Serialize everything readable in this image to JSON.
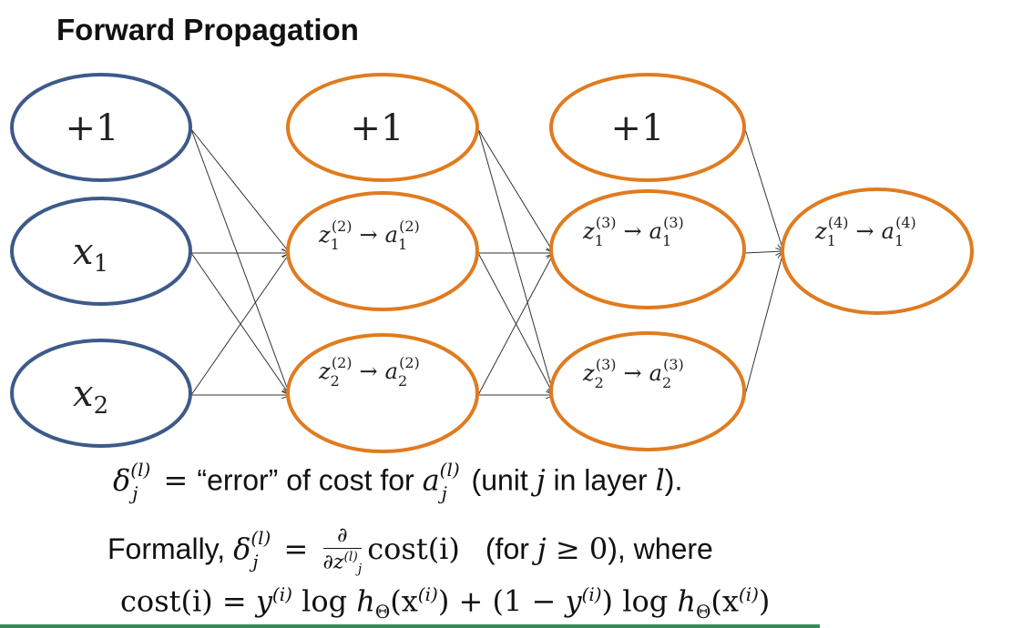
{
  "title": "Forward Propagation",
  "colors": {
    "input_border": "#3d5a8a",
    "hidden_border": "#e07b1f",
    "edge": "#333333",
    "bottom_bar": "#3a8a5a"
  },
  "nodes": {
    "input_bias": "+1",
    "input_x1_base": "x",
    "input_x1_sub": "1",
    "input_x2_base": "x",
    "input_x2_sub": "2",
    "layer2_bias": "+1",
    "layer3_bias": "+1",
    "h21": {
      "z": "z",
      "sub": "1",
      "sup": "(2)",
      "arrow": "→",
      "a": "a"
    },
    "h22": {
      "z": "z",
      "sub": "2",
      "sup": "(2)",
      "arrow": "→",
      "a": "a"
    },
    "h31": {
      "z": "z",
      "sub": "1",
      "sup": "(3)",
      "arrow": "→",
      "a": "a"
    },
    "h32": {
      "z": "z",
      "sub": "2",
      "sup": "(3)",
      "arrow": "→",
      "a": "a"
    },
    "out": {
      "z": "z",
      "sub": "1",
      "sup": "(4)",
      "arrow": "→",
      "a": "a"
    }
  },
  "formulas": {
    "line1": {
      "delta": "δ",
      "delta_sup": "(l)",
      "delta_sub": "j",
      "eq": " = ",
      "text1": "“error” of cost for ",
      "a": "a",
      "a_sup": "(l)",
      "a_sub": "j",
      "text2": " (unit ",
      "j": "j",
      "text3": " in layer ",
      "l": "l",
      "text4": ")."
    },
    "line2": {
      "prefix": "Formally, ",
      "delta": "δ",
      "delta_sup": "(l)",
      "delta_sub": "j",
      "eq": " = ",
      "frac_num": "∂",
      "frac_den": "∂z",
      "frac_den_sup": "(l)",
      "frac_den_sub": "j",
      "cost": "cost(i)",
      "cond_open": "(for ",
      "cond_j": "j",
      "cond_geq": " ≥ 0",
      "cond_close": "), where"
    },
    "line3": {
      "cost": "cost(i) = ",
      "y1": "y",
      "y1_sup": "(i)",
      "log1": " log ",
      "h1": "h",
      "h1_sub": "Θ",
      "x1_open": "(x",
      "x1_sup": "(i)",
      "x1_close": ")",
      "plus": " + (1 − ",
      "y2": "y",
      "y2_sup": "(i)",
      "mid": ") log ",
      "h2": "h",
      "h2_sub": "Θ",
      "x2_open": "(x",
      "x2_sup": "(i)",
      "x2_close": ")"
    }
  }
}
